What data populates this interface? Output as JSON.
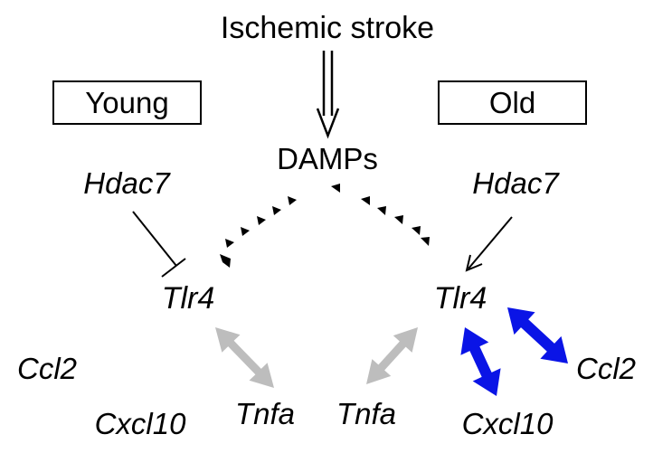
{
  "stimulus": "Ischemic stroke",
  "damps": "DAMPs",
  "groups": {
    "young": "Young",
    "old": "Old"
  },
  "young": {
    "hdac7": "Hdac7",
    "tlr4": "Tlr4",
    "ccl2": "Ccl2",
    "cxcl10": "Cxcl10",
    "tnfa": "Tnfa"
  },
  "old": {
    "hdac7": "Hdac7",
    "tlr4": "Tlr4",
    "ccl2": "Ccl2",
    "cxcl10": "Cxcl10",
    "tnfa": "Tnfa"
  },
  "colors": {
    "strong_interaction": "#0a14e6",
    "weak_interaction": "#bdbdbd",
    "text": "#000000"
  }
}
